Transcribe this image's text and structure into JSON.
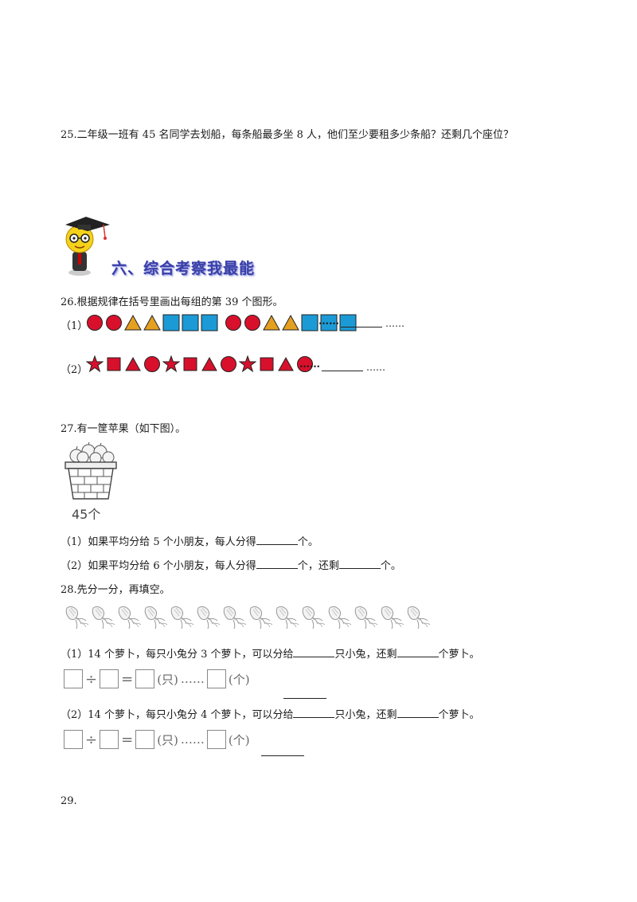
{
  "q25": {
    "text": "25.二年级一班有 45 名同学去划船，每条船最多坐 8 人，他们至少要租多少条船？还剩几个座位？"
  },
  "section6": {
    "title": "六、综合考察我最能"
  },
  "q26": {
    "prompt": "26.根据规律在括号里画出每组的第 39 个图形。",
    "row1_label": "（1）",
    "row2_label": "（2）",
    "dots": "……",
    "row1_shapes": [
      "circle",
      "circle",
      "triangle",
      "triangle",
      "square",
      "square",
      "square",
      "circle",
      "circle",
      "triangle",
      "triangle",
      "square",
      "square",
      "square"
    ],
    "row2_shapes": [
      "star",
      "square",
      "triangle",
      "circle",
      "star",
      "square",
      "triangle",
      "circle",
      "star",
      "square",
      "triangle",
      "circle"
    ],
    "colors": {
      "red": "#d8102c",
      "orange": "#e6a020",
      "blue": "#1b9ad6",
      "dark": "#222222"
    }
  },
  "q27": {
    "prompt": "27.有一筐苹果（如下图）。",
    "basket_label": "45个",
    "sub1_a": "（1）如果平均分给 5 个小朋友，每人分得",
    "sub1_b": "个。",
    "sub2_a": "（2）如果平均分给 6 个小朋友，每人分得",
    "sub2_b": "个，还剩",
    "sub2_c": "个。"
  },
  "q28": {
    "prompt": "28.先分一分，再填空。",
    "radish_count": 14,
    "sub1_a": "（1）14 个萝卜，每只小兔分 3 个萝卜，可以分给",
    "sub1_b": "只小兔，还剩",
    "sub1_c": "个萝卜。",
    "sub2_a": "（2）14 个萝卜，每只小兔分 4 个萝卜，可以分给",
    "sub2_b": "只小兔，还剩",
    "sub2_c": "个萝卜。",
    "div_sign": "÷",
    "eq_sign": "=",
    "unit_rabbit": "(只)",
    "dots": "……",
    "unit_item": "(个)"
  },
  "q29": {
    "text": "29."
  }
}
